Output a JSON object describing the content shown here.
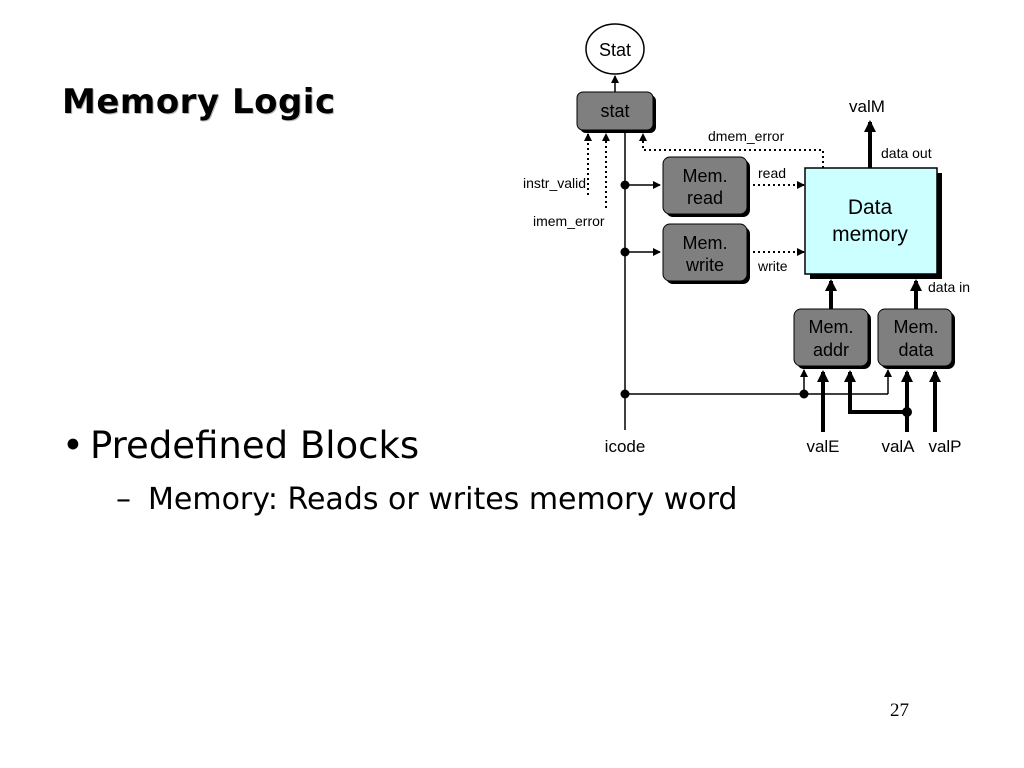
{
  "slide": {
    "title": "Memory Logic",
    "bullet": "Predefined Blocks",
    "sub_bullet": "Memory: Reads or writes memory word",
    "page_number": "27"
  },
  "diagram": {
    "stat_output": "Stat",
    "stat_block": "stat",
    "mem_read_block": [
      "Mem.",
      "read"
    ],
    "mem_write_block": [
      "Mem.",
      "write"
    ],
    "data_memory_block": [
      "Data",
      "memory"
    ],
    "mem_addr_block": [
      "Mem.",
      "addr"
    ],
    "mem_data_block": [
      "Mem.",
      "data"
    ],
    "signals": {
      "valM": "valM",
      "data_out": "data out",
      "data_in": "data in",
      "dmem_error": "dmem_error",
      "read": "read",
      "write": "write",
      "instr_valid": "instr_valid",
      "imem_error": "imem_error"
    },
    "inputs": {
      "icode": "icode",
      "valE": "valE",
      "valA": "valA",
      "valP": "valP"
    },
    "colors": {
      "block_fill": "#7f7f7f",
      "data_memory_fill": "#ccffff",
      "shadow": "#000000"
    }
  }
}
